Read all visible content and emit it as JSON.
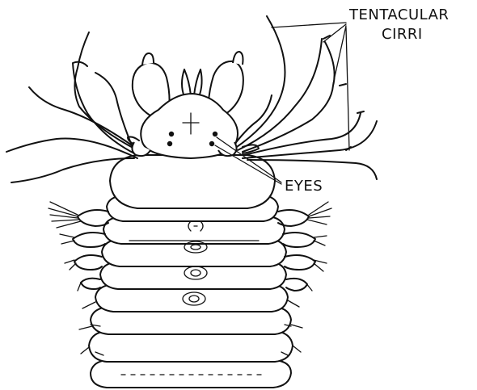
{
  "labels": {
    "tentacular_line1": "TENTACULAR",
    "tentacular_line2": "CIRRI",
    "eyes": "EYES"
  },
  "colors": {
    "ink": "#111111",
    "background": "#ffffff"
  }
}
